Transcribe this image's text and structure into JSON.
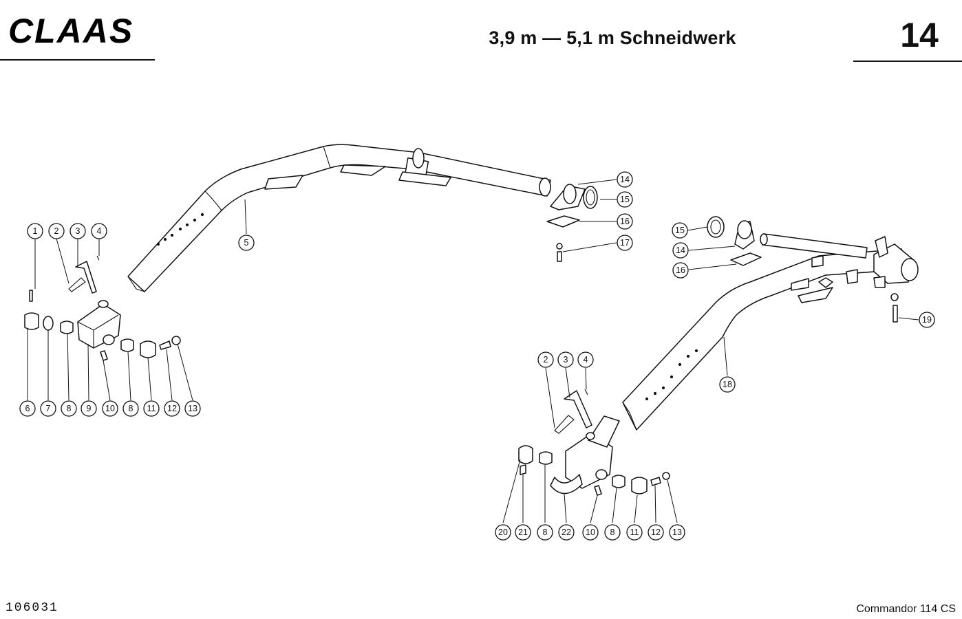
{
  "header": {
    "brand": "CLAAS",
    "title": "3,9 m — 5,1 m Schneidwerk",
    "page_number": "14"
  },
  "footer": {
    "document_number": "106031",
    "model": "Commandor 114 CS"
  },
  "callouts_left": [
    "1",
    "2",
    "3",
    "4",
    "5",
    "6",
    "7",
    "8",
    "9",
    "10",
    "8",
    "11",
    "12",
    "13",
    "14",
    "15",
    "16",
    "17"
  ],
  "callouts_right": [
    "15",
    "14",
    "16",
    "19",
    "18",
    "2",
    "3",
    "4",
    "20",
    "21",
    "8",
    "22",
    "10",
    "8",
    "11",
    "12",
    "13"
  ]
}
